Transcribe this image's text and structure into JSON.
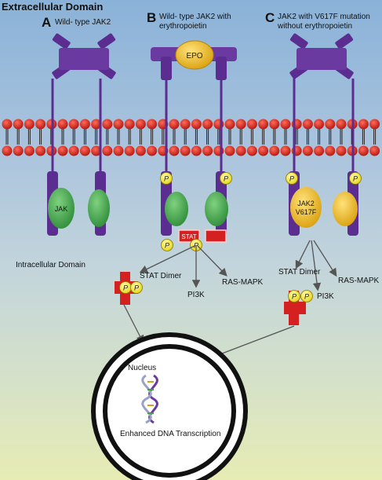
{
  "title": "Extracellular Domain",
  "intracellular_label": "Intracellular Domain",
  "panels": {
    "a": {
      "letter": "A",
      "caption": "Wild- type JAK2"
    },
    "b": {
      "letter": "B",
      "caption_line1": "Wild- type JAK2 with",
      "caption_line2": "erythropoietin"
    },
    "c": {
      "letter": "C",
      "caption_line1": "JAK2 with V617F mutation",
      "caption_line2": "without erythropoietin"
    }
  },
  "labels": {
    "epo": "EPO",
    "jak": "JAK",
    "jak2_line1": "JAK2",
    "jak2_line2": "V617F",
    "phospho": "P",
    "stat": "STAT",
    "stat_dimer": "STAT Dimer",
    "pi3k": "PI3K",
    "ras_mapk": "RAS-MAPK",
    "nucleus": "Nucleus",
    "dna_transcription": "Enhanced DNA Transcription"
  },
  "colors": {
    "receptor": "#5b2d90",
    "jak_green": "#3fa347",
    "jak_mutant": "#e8b41c",
    "membrane_head": "#c91f16",
    "phospho": "#f2e51c",
    "stat": "#d42020",
    "epo": "#f0b81c"
  }
}
